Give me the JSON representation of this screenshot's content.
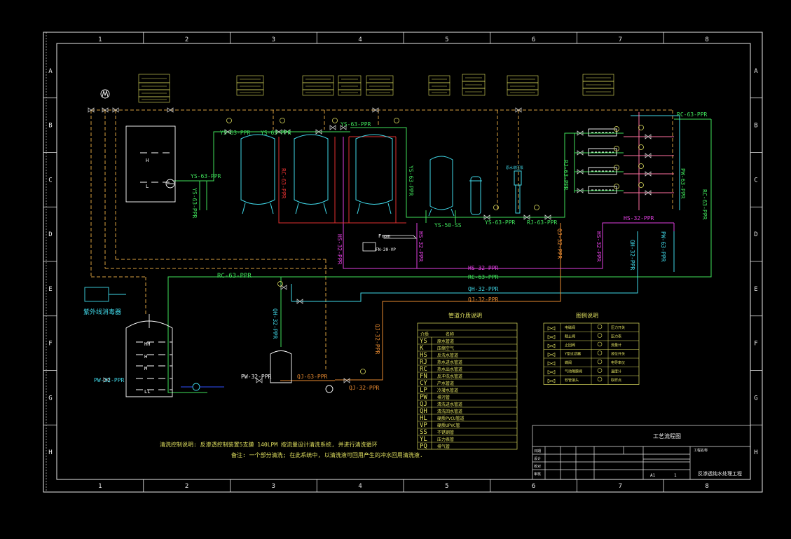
{
  "frame": {
    "columns": [
      "1",
      "2",
      "3",
      "4",
      "5",
      "6",
      "7",
      "8"
    ],
    "rows": [
      "A",
      "B",
      "C",
      "D",
      "E",
      "F",
      "G",
      "H"
    ]
  },
  "pipe_labels": {
    "ys_63_a": "YS-63-PPR",
    "ys_63_b": "YS-63-PPR",
    "ys_63_c": "YS-63-PPR",
    "ys_63_d": "YS-63-PPR",
    "ys_63_e": "YS-63-PPR",
    "ys_63_f": "YS-63-PPR",
    "ys_50_ss": "YS-50-SS",
    "rj_63_a": "RJ-63-PPR",
    "rj_63_b": "RJ-63-PPR",
    "rc_63_a": "RC-63-PPR",
    "rc_63_b": "RC-63-PPR",
    "rc_63_c": "RC-63-PPR",
    "rc_63_main": "RC-63-PPR",
    "hs_32_a": "HS-32-PPR",
    "hs_32_b": "HS-32-PPR",
    "hs_32_c": "HS-32-PPR",
    "hs_32_main": "HS-32-PPR",
    "qh_32_a": "QH-32-PPR",
    "qh_32_b": "QH-32-PPR",
    "qh_32_c": "QH-32-PPR",
    "qj_32_a": "QJ-32-PPR",
    "qj_32_b": "QJ-32-PPR",
    "qj_32_c": "QJ-32-PPR",
    "qj_63": "QJ-63-PPR",
    "pw_63_a": "PW-63-PPR",
    "pw_63_b": "PW-63-PPR",
    "pw_32_a": "PW-32-PPR",
    "pw_32_b": "PW-32-PPR",
    "fn_20": "FN-20-VP",
    "from": "From"
  },
  "tank_labels": {
    "hh": "HH",
    "h": "H",
    "m": "M",
    "l": "L",
    "ll": "LL",
    "h2": "H",
    "l2": "L"
  },
  "annotations": {
    "uv_sterilizer": "紫外线消毒器",
    "raw_pump": "原水增压泵",
    "note_line1": "清洗控制说明: 反渗透控制装置5支膜 140LPM 按流量设计清洗系统, 并进行清洗循环",
    "note_line2": "备注: 一个部分清洗; 在此系统中, 以清洗液可回用产生的冲水回用清洗液."
  },
  "pipe_legend": {
    "title": "管道介质说明",
    "header": [
      "介质",
      "名称"
    ],
    "rows": [
      {
        "code": "YS",
        "name": "原水管道"
      },
      {
        "code": "K",
        "name": "压缩空气"
      },
      {
        "code": "HS",
        "name": "反洗水管道"
      },
      {
        "code": "RJ",
        "name": "热水进水管道"
      },
      {
        "code": "RC",
        "name": "热水出水管道"
      },
      {
        "code": "FN",
        "name": "反冲洗水管道"
      },
      {
        "code": "CY",
        "name": "产水管道"
      },
      {
        "code": "LP",
        "name": "冷凝水管道"
      },
      {
        "code": "PW",
        "name": "排污管"
      },
      {
        "code": "QJ",
        "name": "清洗进水管道"
      },
      {
        "code": "QH",
        "name": "清洗回水管道"
      },
      {
        "code": "HL",
        "name": "硬质PVCU管道"
      },
      {
        "code": "VP",
        "name": "硬质UPVC管"
      },
      {
        "code": "SS",
        "name": "不锈钢管"
      },
      {
        "code": "YL",
        "name": "压力表管"
      },
      {
        "code": "PQ",
        "name": "排气管"
      }
    ]
  },
  "symbol_legend": {
    "title": "图例说明",
    "rows": [
      {
        "a": "电磁阀",
        "b": "压力开关"
      },
      {
        "a": "截止阀",
        "b": "压力表"
      },
      {
        "a": "止回阀",
        "b": "流量计"
      },
      {
        "a": "Y型过滤器",
        "b": "液位开关"
      },
      {
        "a": "蝶阀",
        "b": "电导率仪"
      },
      {
        "a": "气动隔膜阀",
        "b": "温度计"
      },
      {
        "a": "软管接头",
        "b": "取样点"
      }
    ]
  },
  "title_block": {
    "drawing_name": "工艺流程图",
    "project": "反渗透纯水处理工程",
    "scale": "A1",
    "sheet": "1",
    "date_label": "日期",
    "design_label": "设计",
    "check_label": "校对",
    "approve_label": "审核",
    "project_label": "工程名称"
  }
}
